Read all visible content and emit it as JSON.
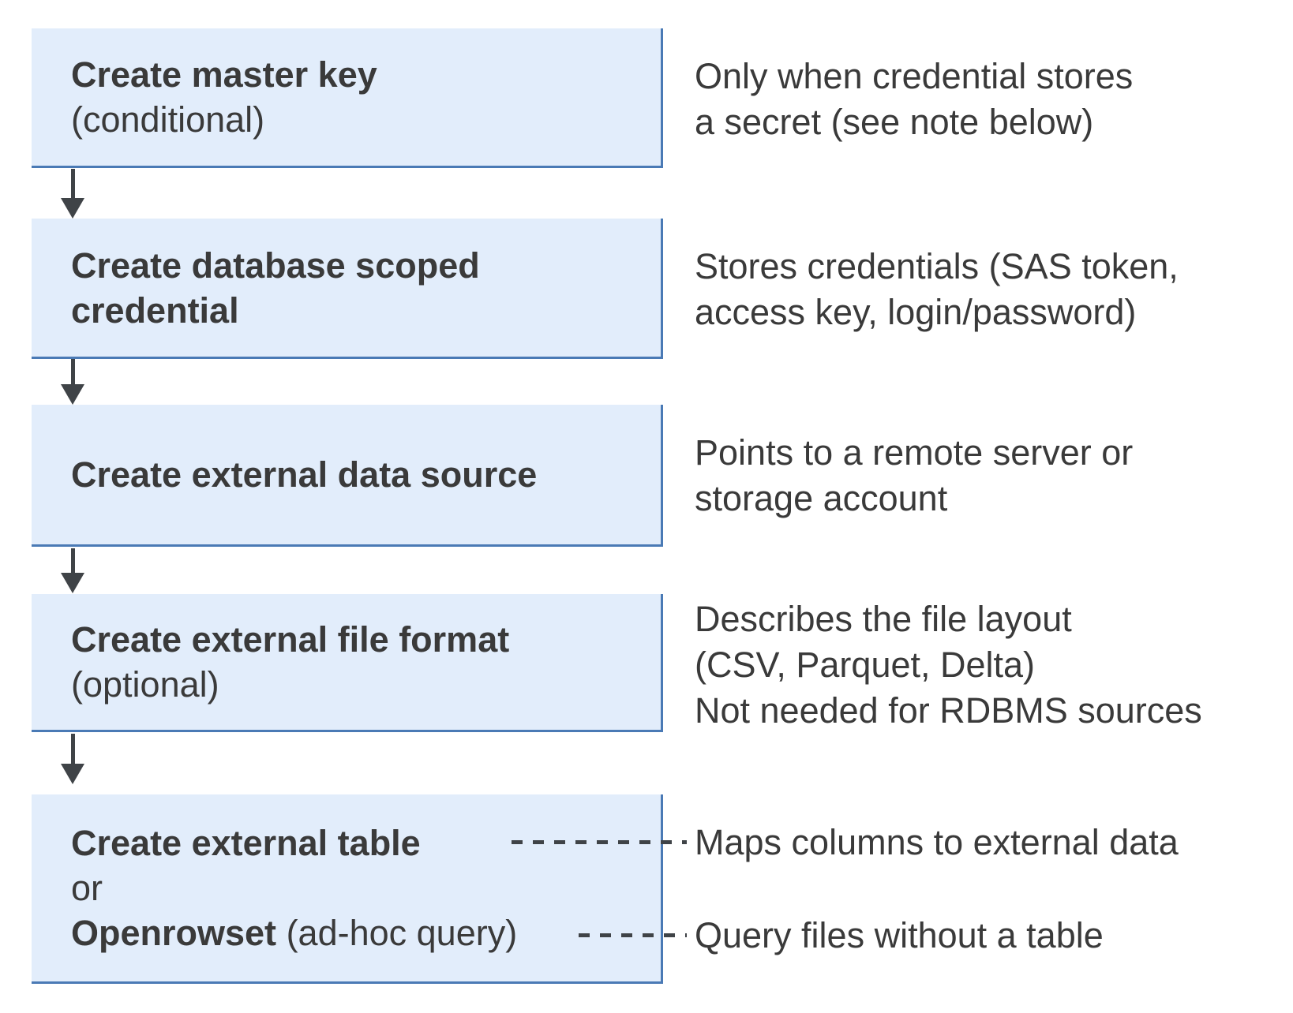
{
  "colors": {
    "box_fill": "#e2edfb",
    "box_border": "#4a7ab5",
    "arrow": "#3f4347",
    "text": "#3a3a3a"
  },
  "flow": {
    "boxes": [
      {
        "title": "Create master key",
        "subtitle": "(conditional)"
      },
      {
        "title_lines": [
          "Create database scoped",
          "credential"
        ]
      },
      {
        "title": "Create external data source"
      },
      {
        "title": "Create external file format",
        "subtitle": "(optional)"
      },
      {
        "title": "Create external table",
        "or_label": "or",
        "alt_title": "Openrowset",
        "alt_suffix": "(ad-hoc query)"
      }
    ],
    "notes": [
      {
        "lines": [
          "Only when credential stores",
          "a secret (see note below)"
        ]
      },
      {
        "lines": [
          "Stores credentials (SAS token,",
          "access key, login/password)"
        ]
      },
      {
        "lines": [
          "Points to a remote server or",
          "storage account"
        ]
      },
      {
        "lines": [
          "Describes the file layout",
          "(CSV, Parquet, Delta)",
          "Not needed for RDBMS sources"
        ]
      },
      {
        "lines": [
          "Maps columns to external data"
        ]
      },
      {
        "lines": [
          "Query files without a table"
        ]
      }
    ]
  }
}
